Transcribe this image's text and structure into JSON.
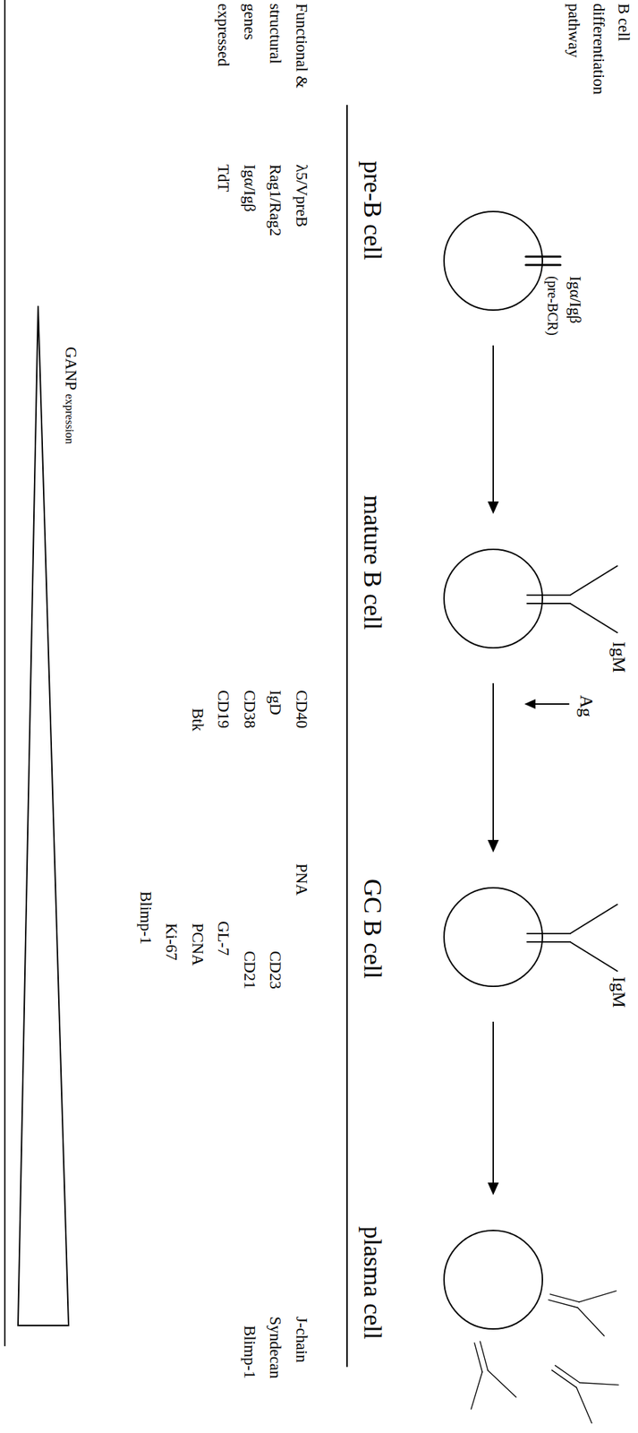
{
  "diagram": {
    "nodes": [
      {
        "text": [
          "pre-B cell"
        ]
      },
      {
        "text": [
          "mature B cell"
        ]
      },
      {
        "text": [
          "GC B cell"
        ]
      },
      {
        "text": [
          "plasma cell"
        ]
      }
    ],
    "edges": [
      {
        "from": 0,
        "to": 1,
        "arrow": "to"
      },
      {
        "from": 1,
        "to": 2,
        "arrow": "to"
      },
      {
        "from": 2,
        "to": 3,
        "arrow": "to"
      }
    ],
    "labels": [
      "B cell differentiation pathway",
      "Functional & structural genes expressed",
      "Igα/Igβ",
      "(pre-BCR)",
      "IgM",
      "Ag",
      "IgM",
      "λ5/VpreB",
      "Rag1/Rag2",
      "Igα/Igβ",
      "TdT",
      "CD40",
      "IgD",
      "CD38",
      "CD19",
      "Btk",
      "PNA",
      "CD23",
      "CD21",
      "GL-7",
      "PCNA",
      "Ki-67",
      "Blimp-1",
      "J-chain",
      "Syndecan",
      "Blimp-1",
      "GANP",
      "expression"
    ]
  }
}
